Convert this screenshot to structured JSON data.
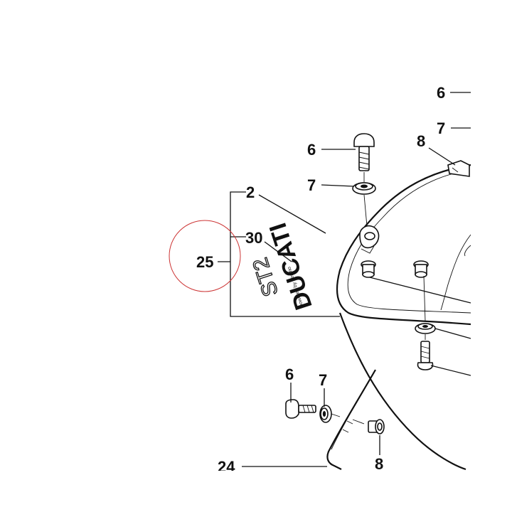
{
  "callouts": {
    "c6_top": "6",
    "c7_top": "7",
    "c8_top": "8",
    "c6_screw": "6",
    "c7_washer": "7",
    "c2": "2",
    "c30": "30",
    "c25": "25",
    "c6_bottom": "6",
    "c7_bottom": "7",
    "c8_bottom": "8",
    "c24": "24"
  },
  "decal": {
    "brand": "DUCATI",
    "model": "ST2",
    "small_text": "powered by desmo"
  },
  "colors": {
    "line": "#111111",
    "highlight_circle": "#cc3333",
    "background": "#ffffff"
  }
}
